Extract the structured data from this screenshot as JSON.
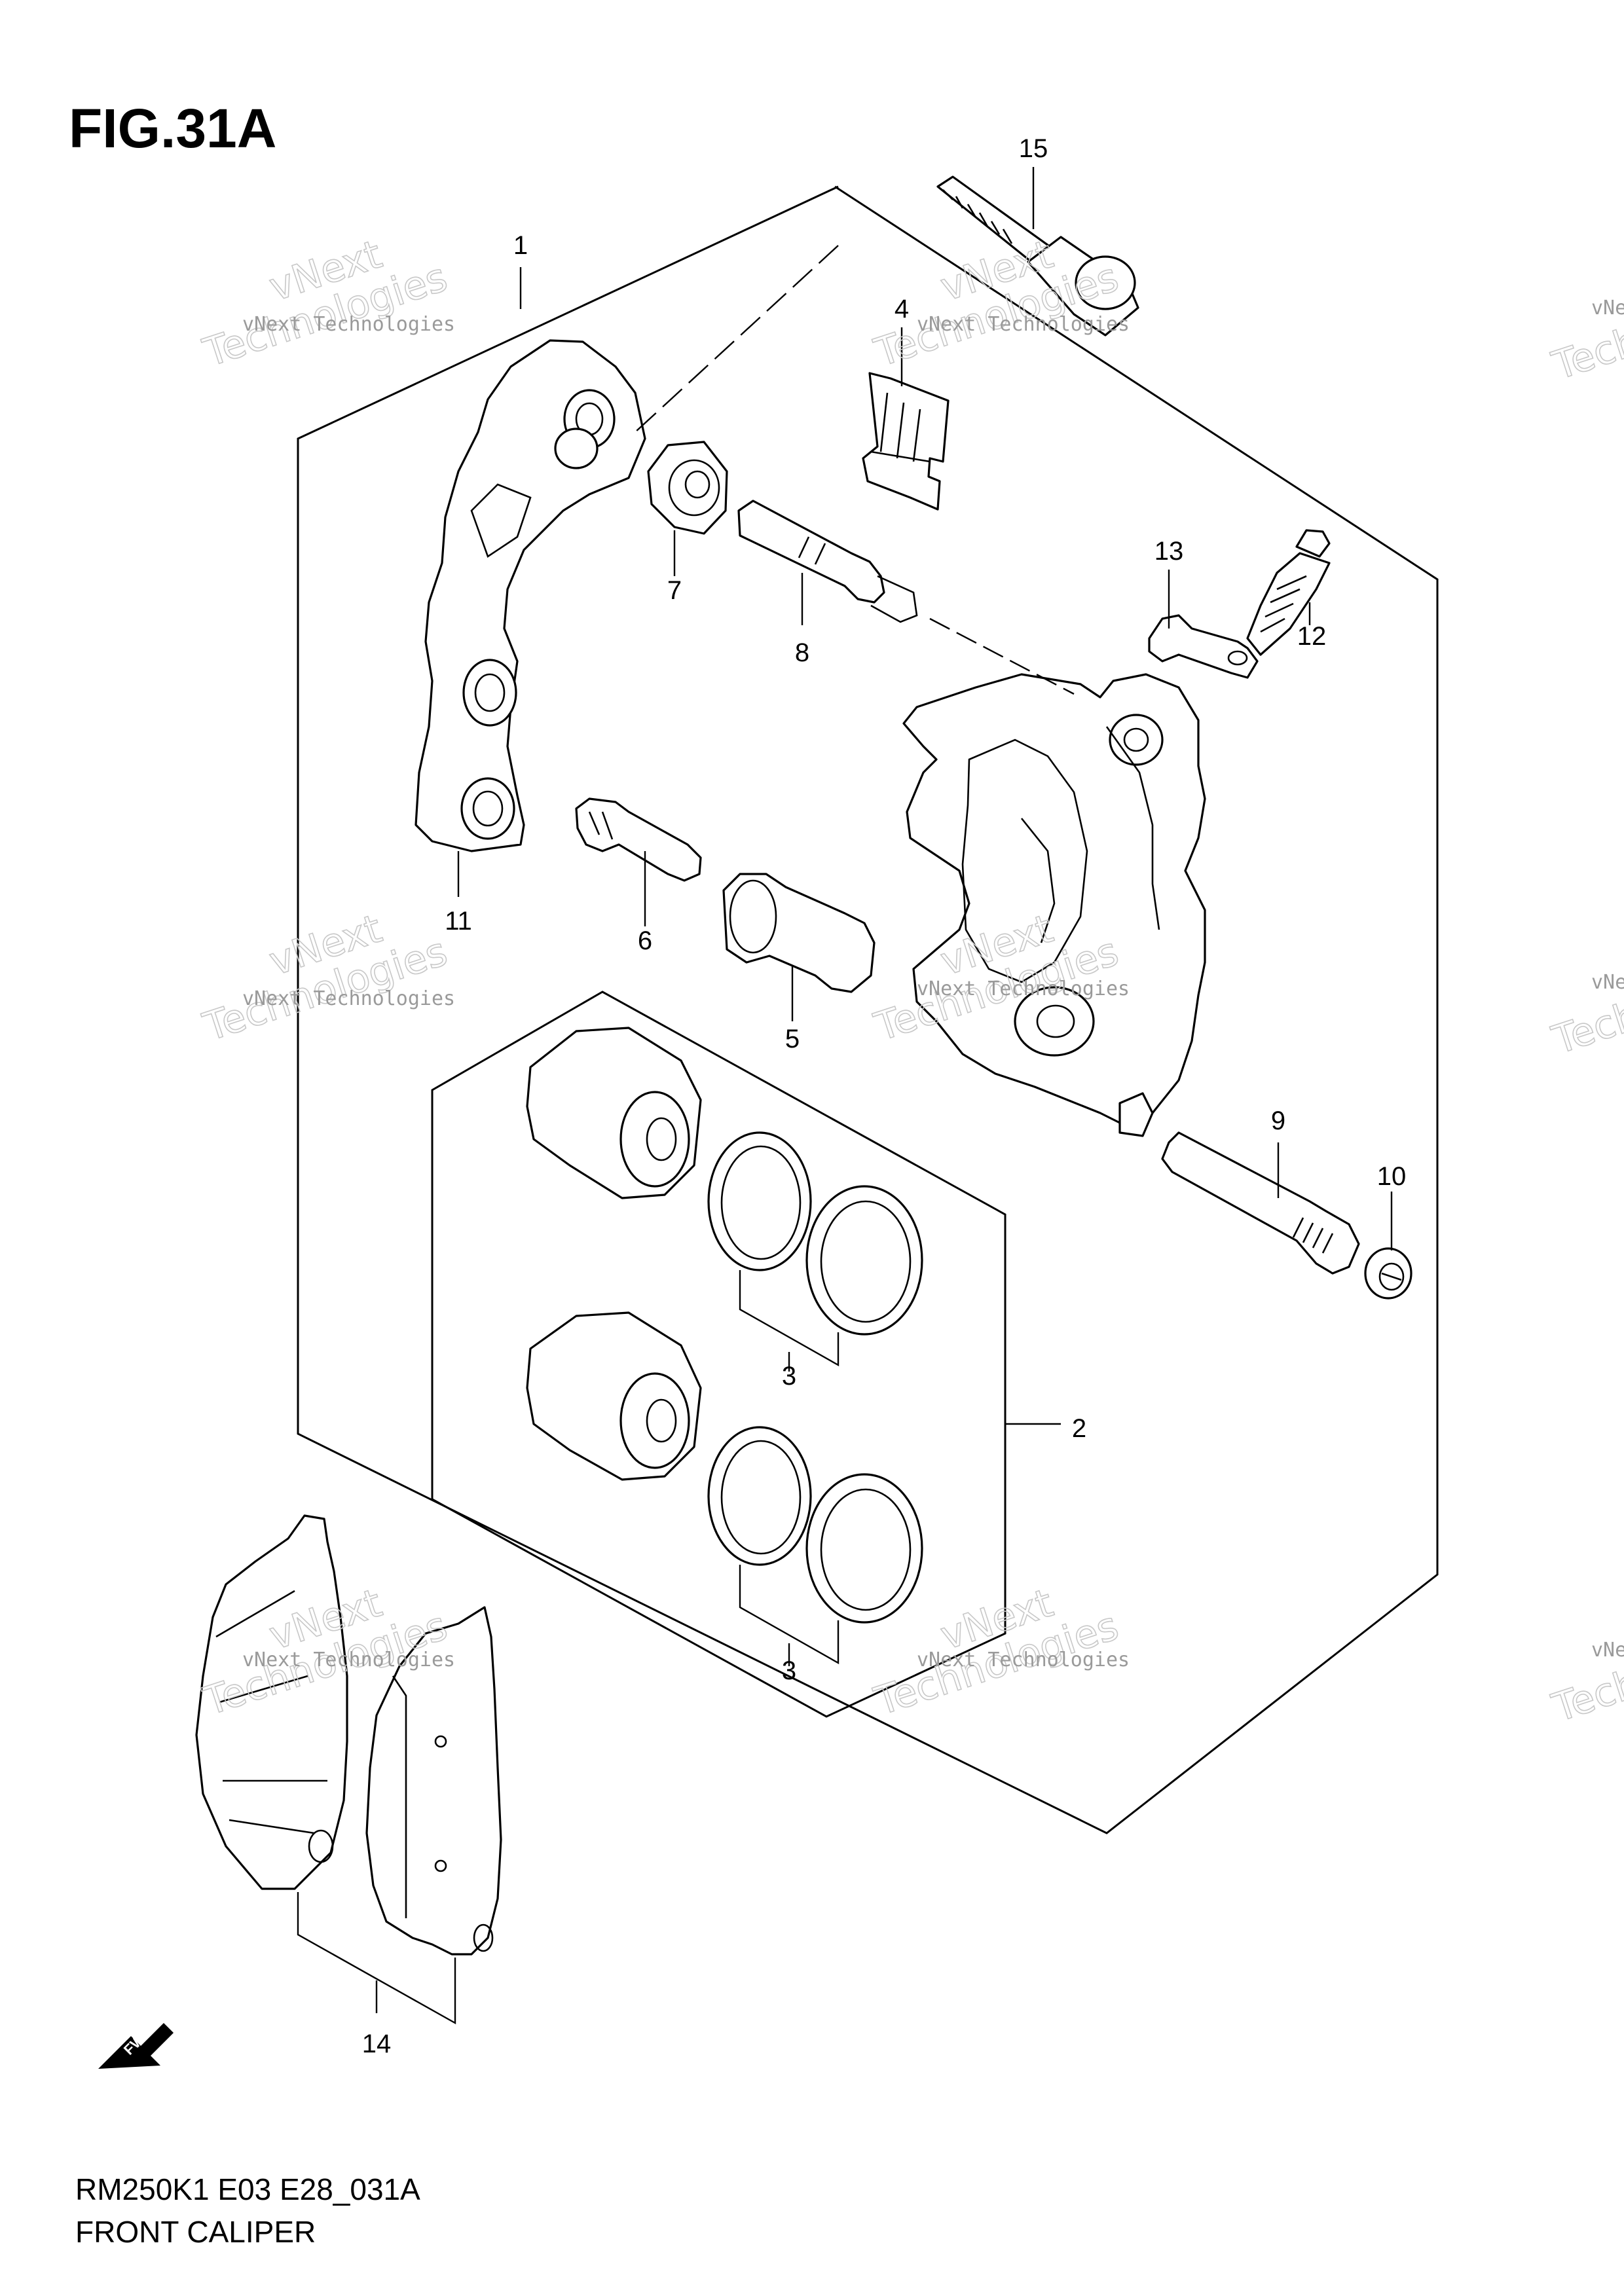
{
  "figure": {
    "title": "FIG.31A",
    "code": "RM250K1 E03 E28_031A",
    "name": "FRONT CALIPER"
  },
  "callouts": {
    "n1": "1",
    "n2": "2",
    "n3a": "3",
    "n3b": "3",
    "n4": "4",
    "n5": "5",
    "n6": "6",
    "n7": "7",
    "n8": "8",
    "n9": "9",
    "n10": "10",
    "n11": "11",
    "n12": "12",
    "n13": "13",
    "n14": "14",
    "n15": "15"
  },
  "fwd_badge": "FWD",
  "watermark": {
    "line1": "vNext Technologies",
    "line2": "vNext",
    "line3": "Technologies"
  }
}
